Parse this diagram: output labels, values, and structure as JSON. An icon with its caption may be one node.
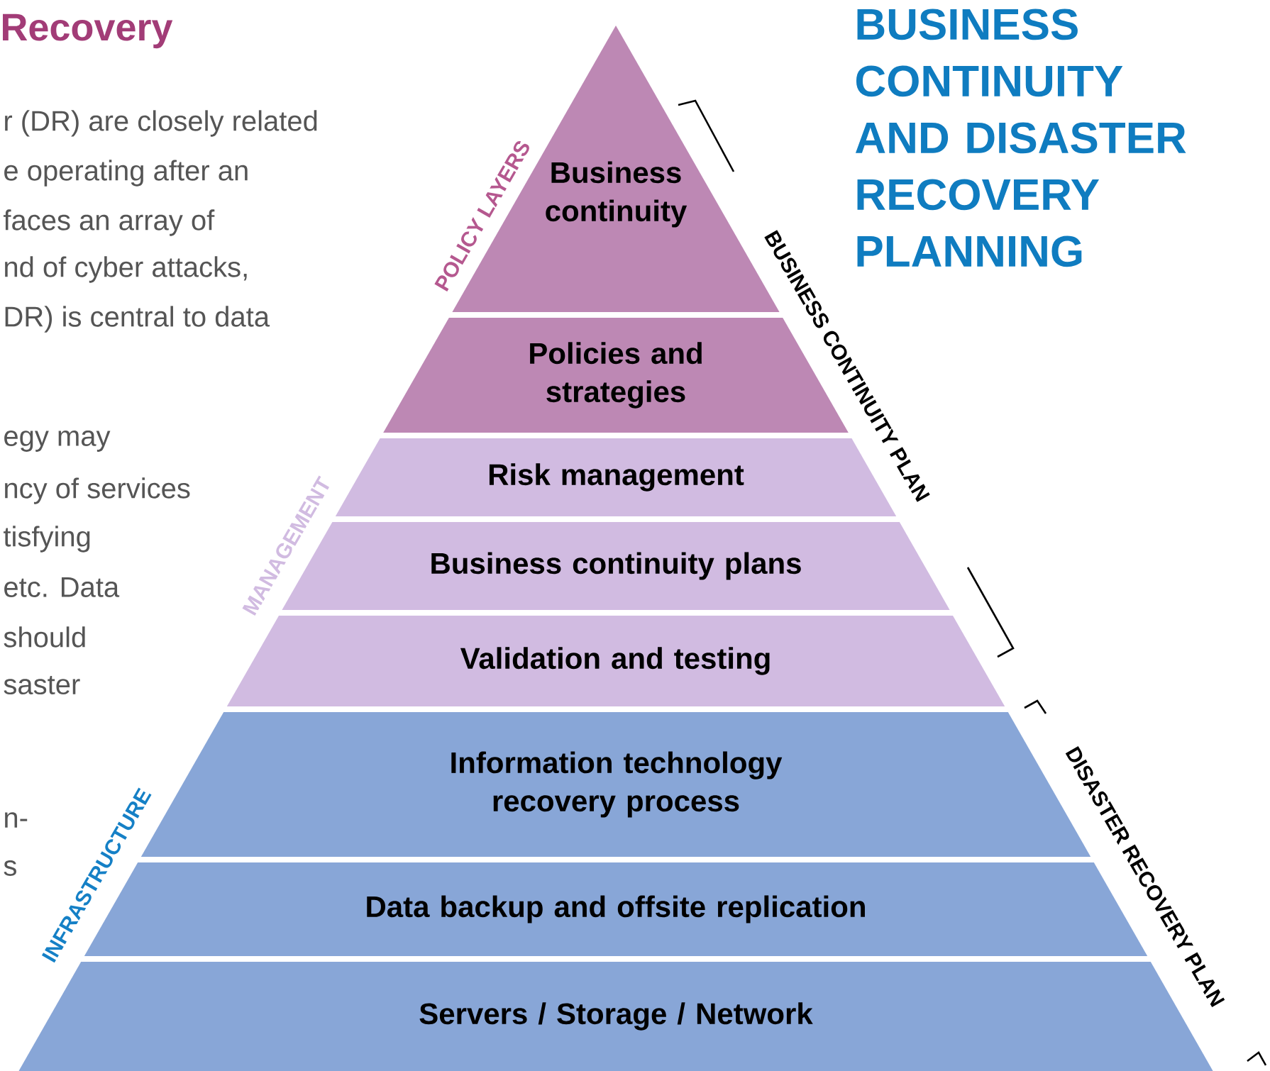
{
  "diagram": {
    "title": "BUSINESS CONTINUITY AND DISASTER RECOVERY PLANNING",
    "nodes": [
      {
        "text": [
          "Business continuity"
        ]
      },
      {
        "text": [
          "Policies and strategies"
        ]
      },
      {
        "text": [
          "Risk management"
        ]
      },
      {
        "text": [
          "Business continuity plans"
        ]
      },
      {
        "text": [
          "Validation and testing"
        ]
      },
      {
        "text": [
          "Information technology recovery process"
        ]
      },
      {
        "text": [
          "Data backup and offsite replication"
        ]
      },
      {
        "text": [
          "Servers / Storage / Network"
        ]
      }
    ],
    "labels": [
      "Recovery",
      "r (DR) are closely related",
      "e operating after an",
      "faces an array of",
      "nd of cyber attacks,",
      "DR) is central to data",
      "egy may",
      "ncy of services",
      "tisfying",
      "etc. Data",
      "should",
      "saster",
      "n-",
      "s",
      "POLICY LAYERS",
      "MANAGEMENT",
      "INFRASTRUCTURE",
      "BUSINESS CONTINUITY PLAN",
      "DISASTER RECOVERY PLAN"
    ]
  }
}
